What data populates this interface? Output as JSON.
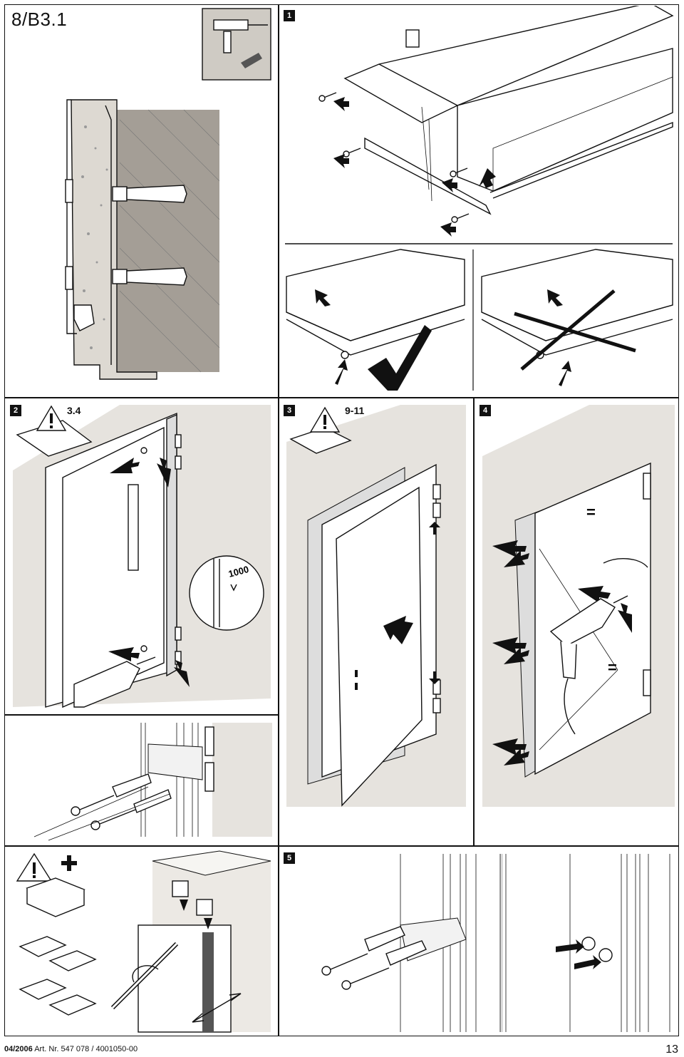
{
  "header": {
    "title": "8/B3.1"
  },
  "steps": [
    {
      "label": "1"
    },
    {
      "label": "2",
      "ref": "3.4"
    },
    {
      "label": "3",
      "ref": "9-11"
    },
    {
      "label": "4"
    },
    {
      "label": "5"
    }
  ],
  "detail": {
    "measure": "1000",
    "equal_sign": "="
  },
  "footer": {
    "date": "04/2006",
    "art_label": "Art. Nr.",
    "art_number": "547 078 / 4001050-00",
    "page_number": "13"
  },
  "icons": [
    "warning-icon",
    "plus-icon",
    "check-icon",
    "cross-icon",
    "arrow-icon",
    "drill-icon",
    "screw-icon",
    "dowel-icon"
  ]
}
